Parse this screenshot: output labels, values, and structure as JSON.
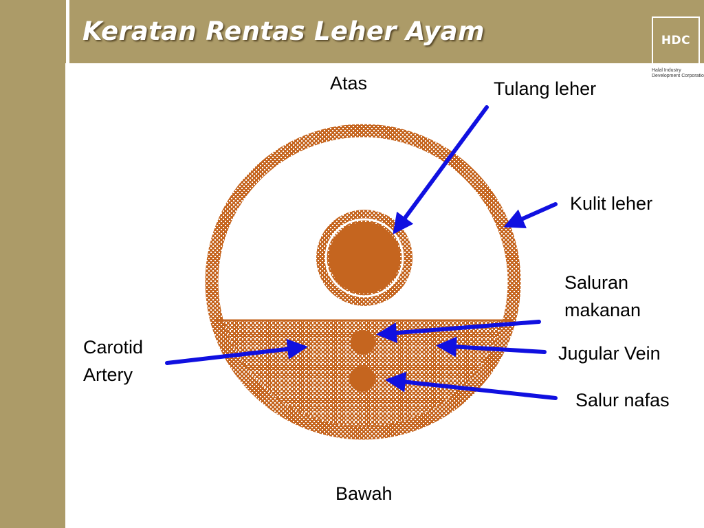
{
  "title": "Keratan Rentas Leher Ayam",
  "logo": {
    "text": "HDC",
    "caption_line1": "Halal Industry",
    "caption_line2": "Development Corporation"
  },
  "labels": {
    "top": "Atas",
    "bottom": "Bawah",
    "neck_bone": "Tulang leher",
    "neck_skin": "Kulit leher",
    "esophagus_line1": "Saluran",
    "esophagus_line2": "makanan",
    "jugular_vein": "Jugular Vein",
    "trachea": "Salur nafas",
    "carotid_line1": "Carotid",
    "carotid_line2": "Artery"
  },
  "colors": {
    "tissue": "#c5651f",
    "arrow": "#1010e0",
    "band": "#ac9b68"
  }
}
